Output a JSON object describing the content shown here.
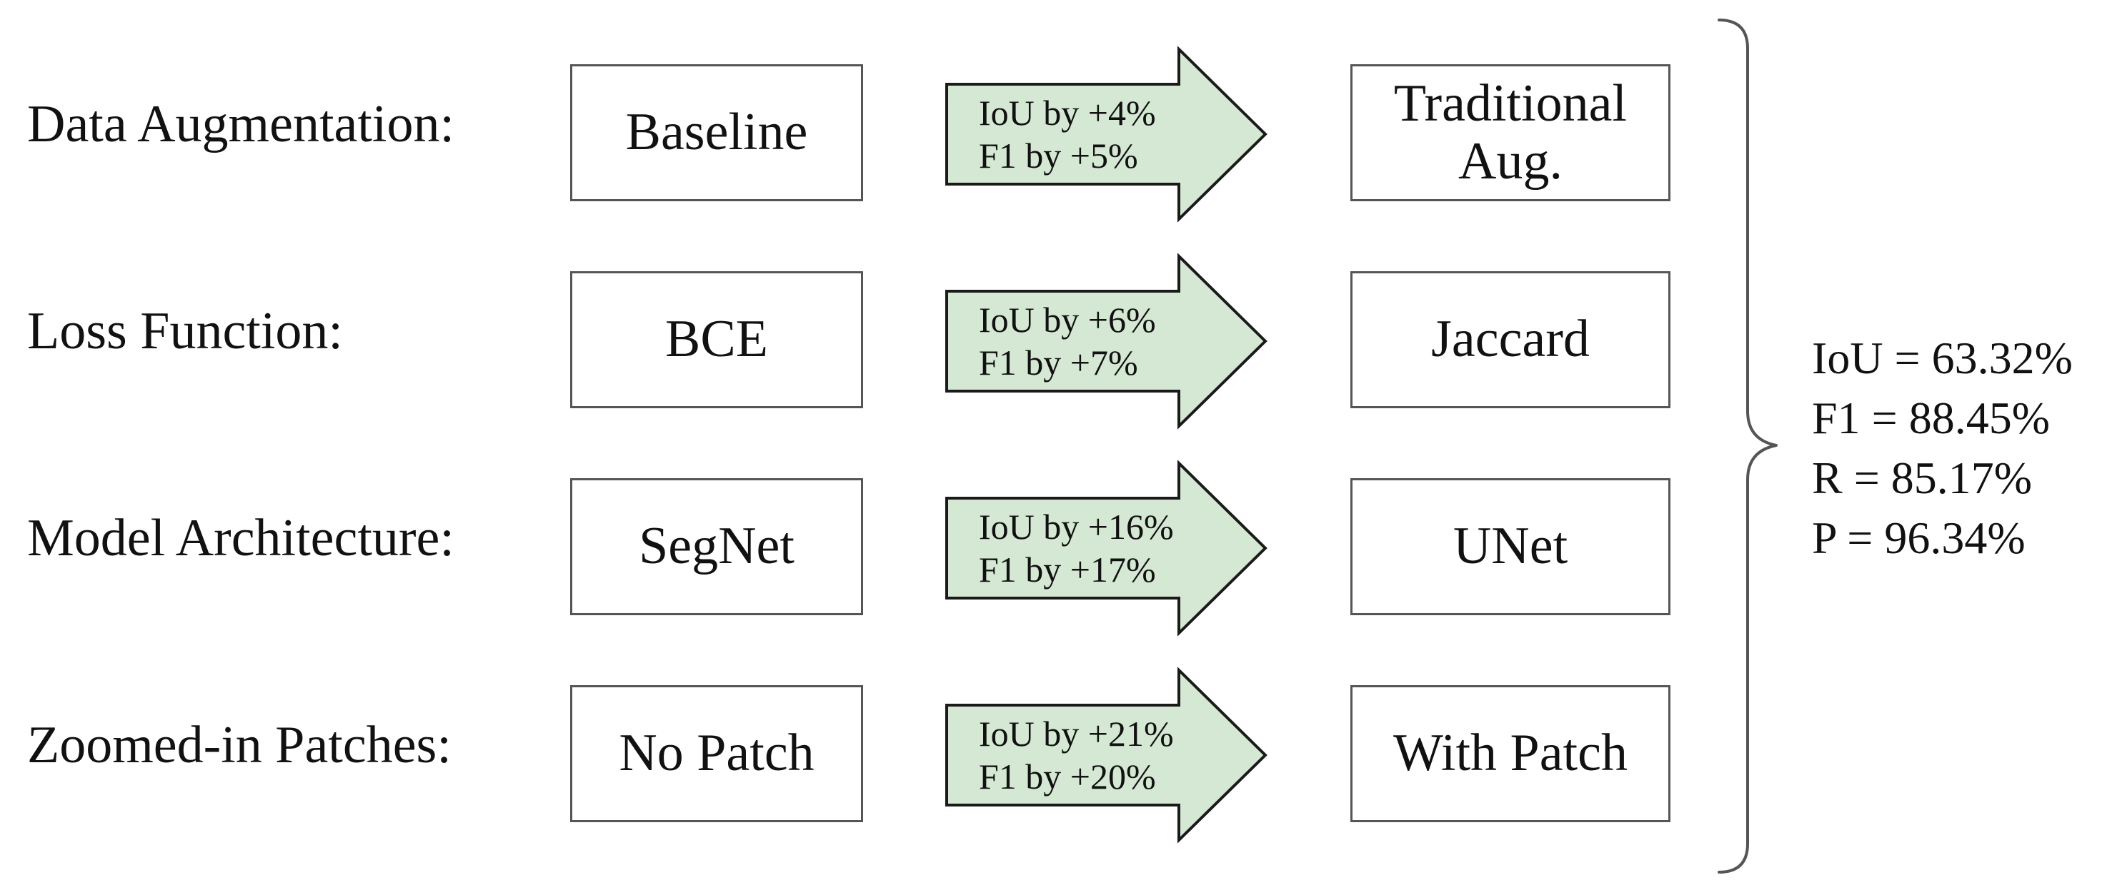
{
  "rows": [
    {
      "label": "Data Augmentation:",
      "before": "Baseline",
      "after_line1": "Traditional",
      "after_line2": "Aug.",
      "iou": "IoU by +4%",
      "f1": "F1 by +5%"
    },
    {
      "label": "Loss Function:",
      "before": "BCE",
      "after_line1": "Jaccard",
      "after_line2": "",
      "iou": "IoU by +6%",
      "f1": "F1 by +7%"
    },
    {
      "label": "Model Architecture:",
      "before": "SegNet",
      "after_line1": "UNet",
      "after_line2": "",
      "iou": "IoU by +16%",
      "f1": "F1 by +17%"
    },
    {
      "label": "Zoomed-in Patches:",
      "before": "No Patch",
      "after_line1": "With Patch",
      "after_line2": "",
      "iou": "IoU by +21%",
      "f1": "F1 by +20%"
    }
  ],
  "summary": {
    "iou": "IoU = 63.32%",
    "f1": "F1 = 88.45%",
    "recall": "R = 85.17%",
    "precision": "P = 96.34%"
  },
  "colors": {
    "arrow_fill": "#d5e8d4",
    "arrow_stroke": "#1a1a1a",
    "box_border": "#555555",
    "brace": "#555555"
  }
}
